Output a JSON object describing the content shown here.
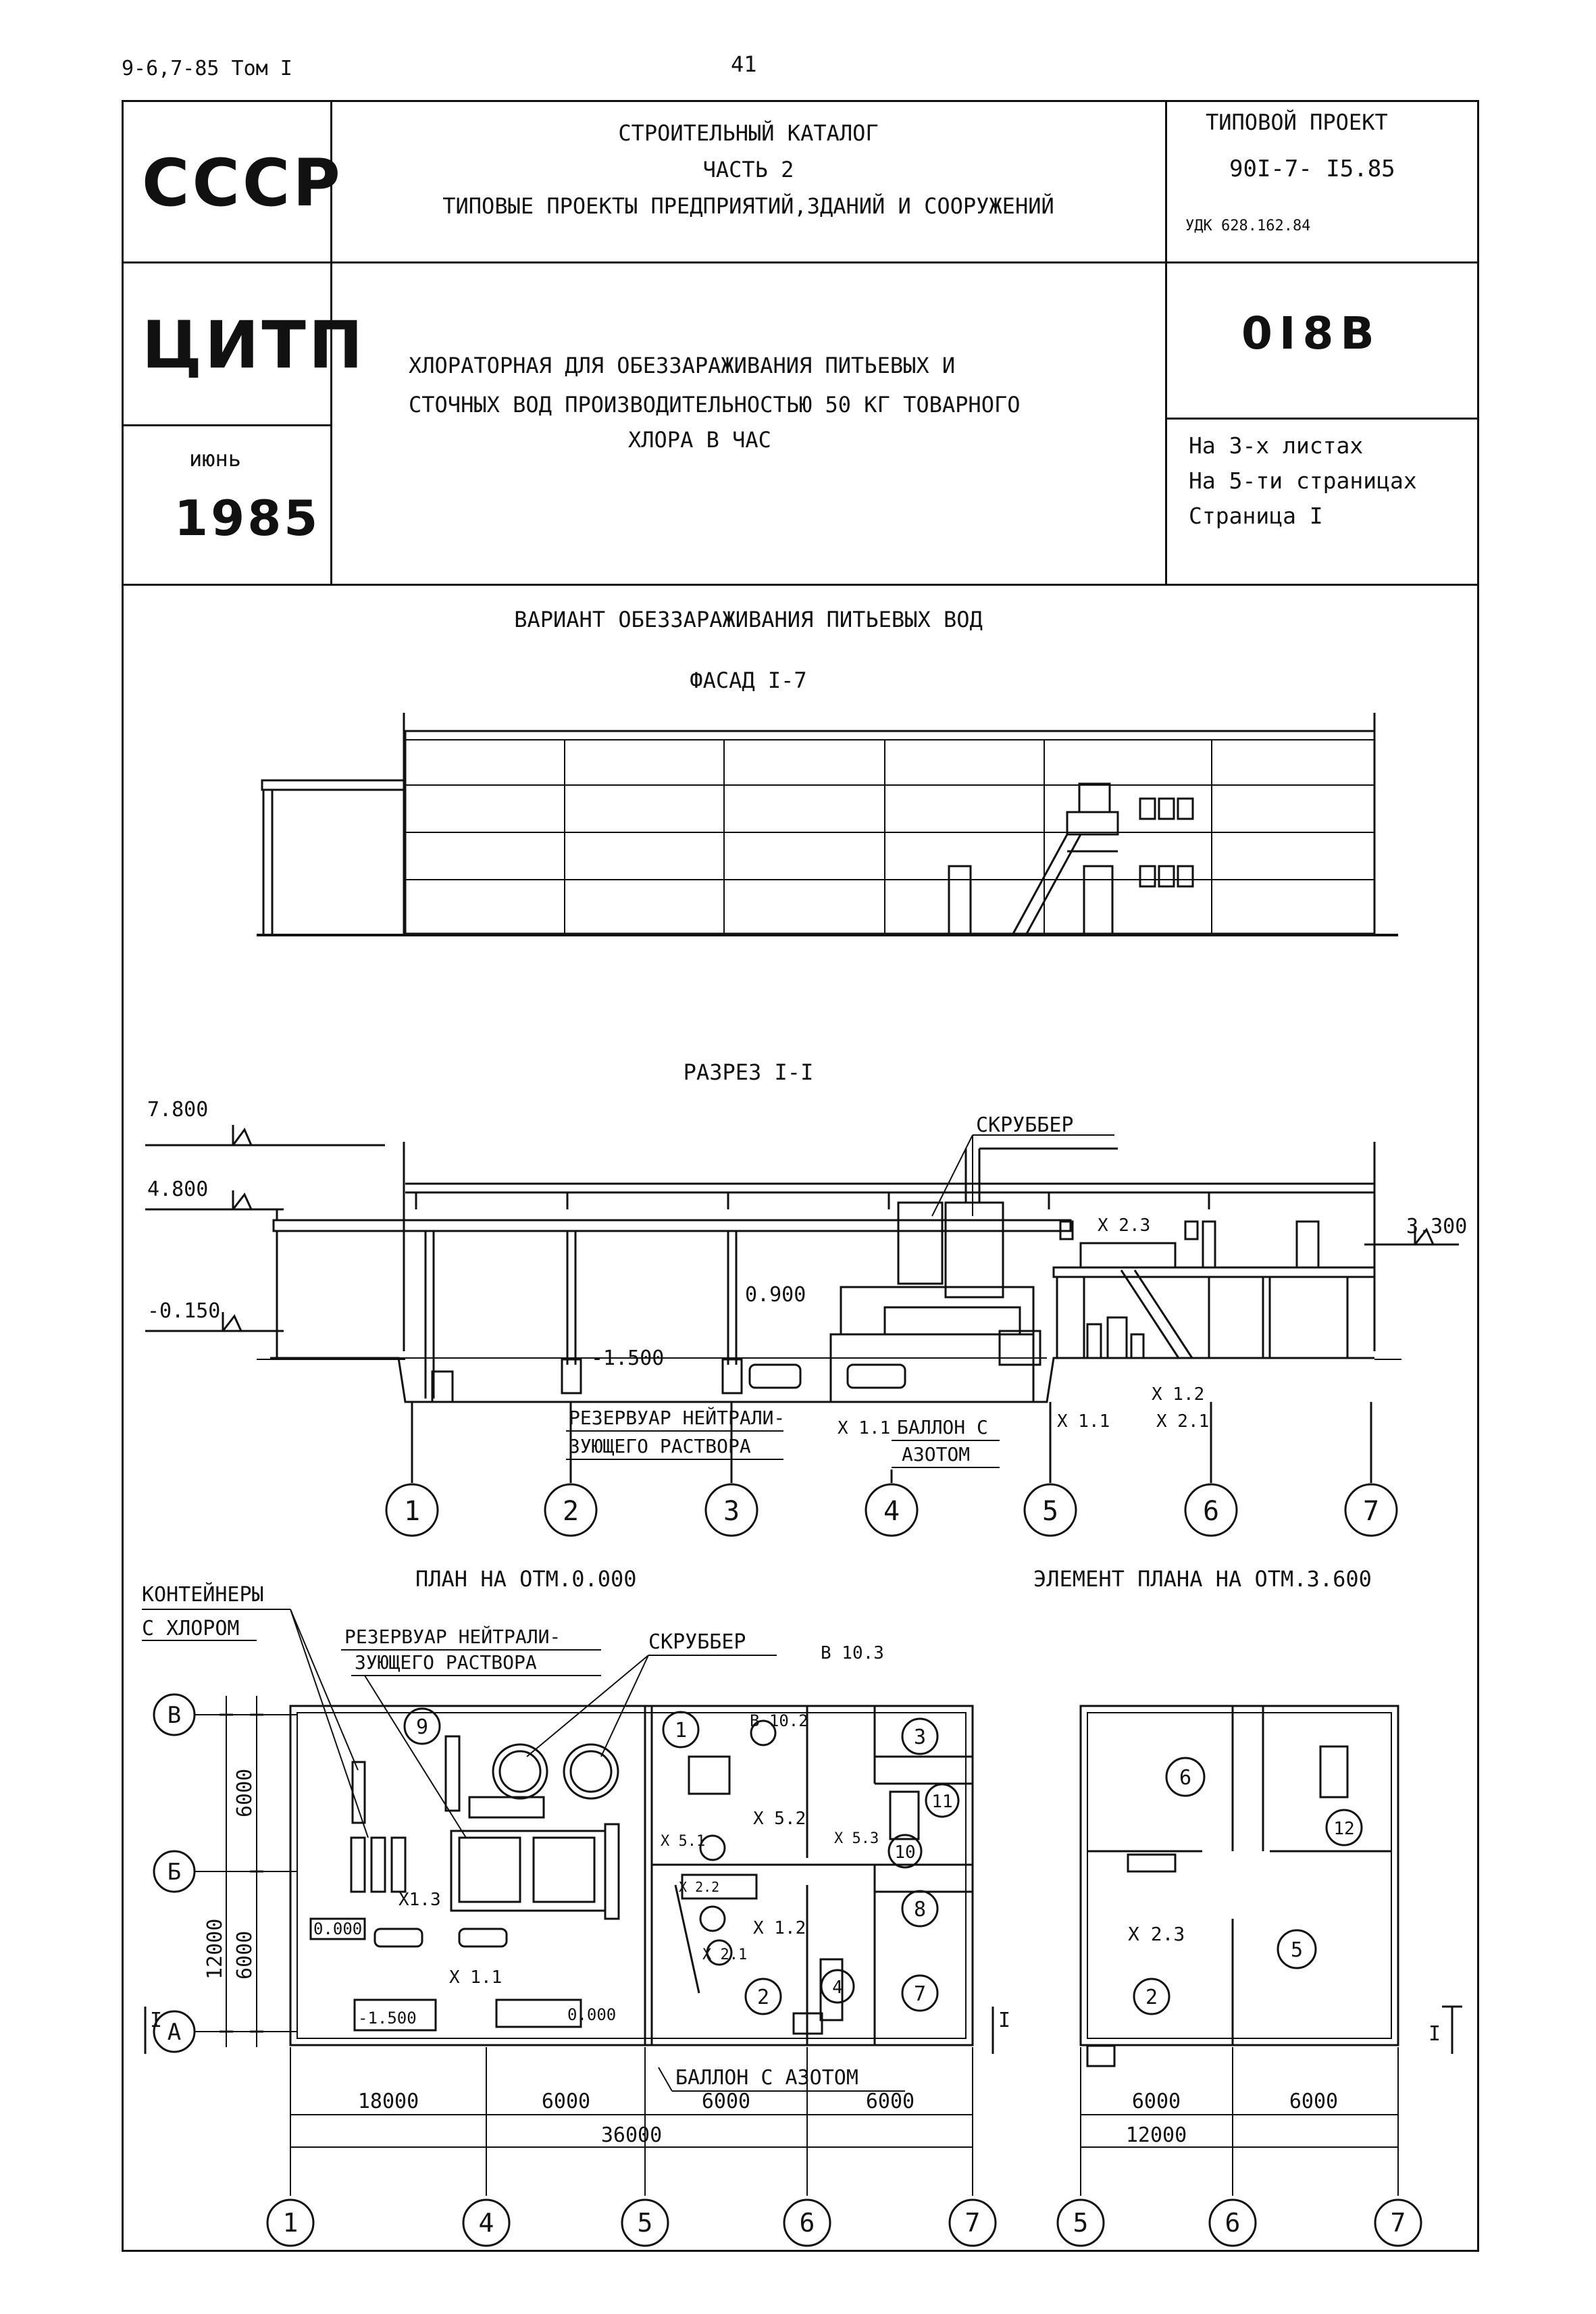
{
  "header": {
    "series": "9-6,7-85 Том I",
    "page_number": "41"
  },
  "stamp": {
    "org1": "СССР",
    "org2": "ЦИТП",
    "month": "июнь",
    "year": "1985",
    "catalog_line1": "СТРОИТЕЛЬНЫЙ КАТАЛОГ",
    "catalog_line2": "ЧАСТЬ 2",
    "catalog_line3": "ТИПОВЫЕ ПРОЕКТЫ ПРЕДПРИЯТИЙ,ЗДАНИЙ И СООРУЖЕНИЙ",
    "project_label": "ТИПОВОЙ ПРОЕКТ",
    "project_number": "90I-7- I5.85",
    "udk": "УДК 628.162.84",
    "code": "0I8B",
    "title_line1": "ХЛОРАТОРНАЯ ДЛЯ ОБЕЗЗАРАЖИВАНИЯ ПИТЬЕВЫХ И",
    "title_line2": "СТОЧНЫХ ВОД ПРОИЗВОДИТЕЛЬНОСТЬЮ 50 КГ ТОВАРНОГО",
    "title_line3": "ХЛОРА В ЧАС",
    "sheets": "На 3-х листах",
    "pages": "На 5-ти страницах",
    "page": "Страница I"
  },
  "drawing": {
    "variant": "ВАРИАНТ ОБЕЗЗАРАЖИВАНИЯ ПИТЬЕВЫХ ВОД",
    "facade_title": "ФАСАД I-7",
    "section_title": "РАЗРЕЗ I-I",
    "plan_title": "ПЛАН НА ОТМ.0.000",
    "plan2_title": "ЭЛЕМЕНТ ПЛАНА НА ОТМ.3.600",
    "levels": {
      "l1": "7.800",
      "l2": "4.800",
      "l3": "-0.150",
      "l4": "3.300",
      "l5": "0.900",
      "l6": "-1.500"
    },
    "section_labels": {
      "scrubber": "СКРУББЕР",
      "x23": "X 2.3",
      "x12": "X 1.2",
      "x21": "X 2.1",
      "x11a": "X 1.1",
      "x11b": "X 1.1",
      "reservoir1": "РЕЗЕРВУАР НЕЙТРАЛИ-",
      "reservoir2": "ЗУЮЩЕГО РАСТВОРА",
      "balloon1": "БАЛЛОН С",
      "balloon2": "АЗОТОМ"
    },
    "section_axes": [
      "1",
      "2",
      "3",
      "4",
      "5",
      "6",
      "7"
    ],
    "plan_labels": {
      "containers1": "КОНТЕЙНЕРЫ",
      "containers2": "С ХЛОРОМ",
      "reservoir1": "РЕЗЕРВУАР НЕЙТРАЛИ-",
      "reservoir2": "ЗУЮЩЕГО РАСТВОРА",
      "scrubber": "СКРУББЕР",
      "b103": "В 10.3",
      "b102": "В 10.2",
      "x52": "X 5.2",
      "x51": "X 5.1",
      "x53": "X 5.3",
      "x13": "X1.3",
      "x11": "X 1.1",
      "x12": "X 1.2",
      "x22": "X 2.2",
      "x21": "X 2.1",
      "x23": "X 2.3",
      "lvl0": "0.000",
      "lvl1": "-1.500",
      "lvl2": "0.000",
      "balloon": "БАЛЛОН С АЗОТОМ"
    },
    "rooms": [
      "9",
      "1",
      "3",
      "11",
      "10",
      "8",
      "2",
      "4",
      "7"
    ],
    "rooms2": [
      "6",
      "12",
      "2",
      "5"
    ],
    "row_axes": [
      "В",
      "Б",
      "А"
    ],
    "dims_plan": {
      "d1": "18000",
      "d2": "6000",
      "d3": "6000",
      "d4": "6000",
      "total": "36000",
      "v1": "6000",
      "v2": "6000",
      "vtotal": "12000"
    },
    "dims_plan2": {
      "d1": "6000",
      "d2": "6000",
      "total": "12000"
    },
    "plan_axes": [
      "1",
      "4",
      "5",
      "6",
      "7"
    ],
    "plan2_axes": [
      "5",
      "6",
      "7"
    ],
    "cut_mark": "I"
  }
}
